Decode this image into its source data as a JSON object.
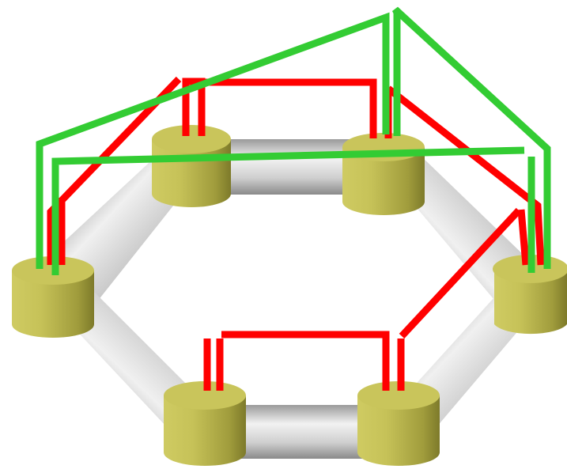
{
  "colors": {
    "background": "#ffffff",
    "node_top": "#c9c55b",
    "node_side_light": "#cfcb62",
    "node_side_dark": "#7d7a2a",
    "pipe_light": "#f2f2f2",
    "pipe_mid": "#c4c4c4",
    "pipe_dark": "#8a8a8a",
    "ring_links": "#ff0000",
    "upper_links": "#33cc33"
  },
  "diagram": {
    "node_count": 6,
    "pipe_count": 6,
    "ring_link_count": 6,
    "upper_link_count": 3
  }
}
